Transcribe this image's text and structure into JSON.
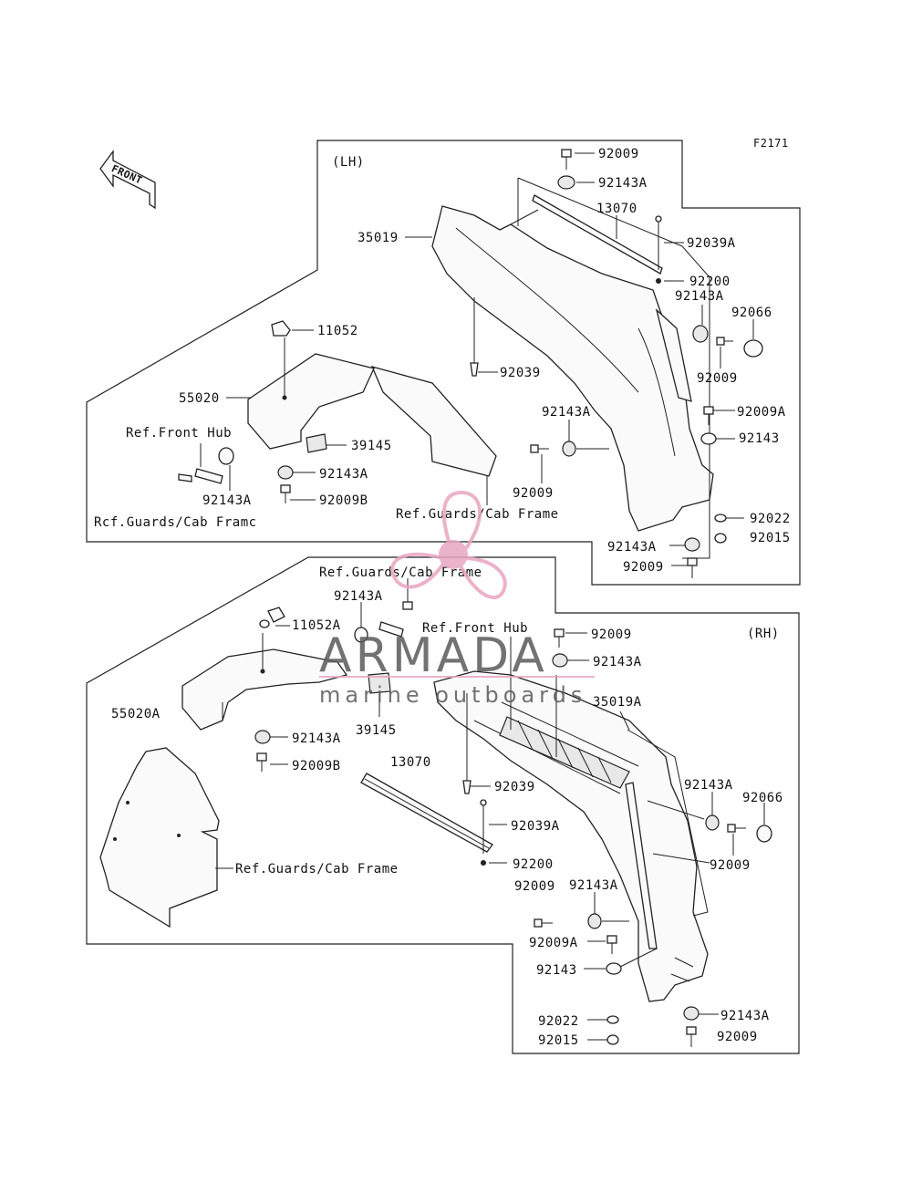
{
  "figure_code": "F2171",
  "front_label": "FRONT",
  "lh": {
    "side": "(LH)",
    "labels": {
      "p92009_top": "92009",
      "p92143A_top": "92143A",
      "p13070": "13070",
      "p92039A": "92039A",
      "p35019": "35019",
      "p92200": "92200",
      "p92143A_r": "92143A",
      "p92066": "92066",
      "p11052": "11052",
      "p92009_r": "92009",
      "p92039": "92039",
      "p55020": "55020",
      "p92143A_m": "92143A",
      "p92009A": "92009A",
      "ref_front_hub": "Ref.Front Hub",
      "p39145": "39145",
      "p92143": "92143",
      "p92143A_c": "92143A",
      "p92009_m": "92009",
      "p92143A_l": "92143A",
      "p92009B": "92009B",
      "ref_guards_1": "Ref.Guards/Cab Frame",
      "p92022": "92022",
      "ref_guards_2": "Rcf.Guards/Cab Framc",
      "p92015": "92015",
      "p92143A_b": "92143A",
      "p92009_b": "92009"
    }
  },
  "rh": {
    "side": "(RH)",
    "labels": {
      "ref_guards_top": "Ref.Guards/Cab Frame",
      "p92143A_tl": "92143A",
      "ref_front_hub": "Ref.Front Hub",
      "p92009_t": "92009",
      "p11052A": "11052A",
      "p92143A_t": "92143A",
      "p35019A": "35019A",
      "p55020A": "55020A",
      "p92143A_l": "92143A",
      "p39145": "39145",
      "p92009B": "92009B",
      "p13070": "13070",
      "p92039": "92039",
      "p92143A_r": "92143A",
      "p92066": "92066",
      "p92039A": "92039A",
      "p92009_r": "92009",
      "p92200": "92200",
      "ref_guards_bl": "Ref.Guards/Cab Frame",
      "p92009_m": "92009",
      "p92143A_m": "92143A",
      "p92009A": "92009A",
      "p92143": "92143",
      "p92022": "92022",
      "p92143A_b": "92143A",
      "p92015": "92015",
      "p92009_b": "92009"
    }
  },
  "watermark": {
    "brand": "ARMADA",
    "tagline": "marine outboards",
    "accent": "#e8a6c0",
    "text_color": "#5a5a5a"
  }
}
